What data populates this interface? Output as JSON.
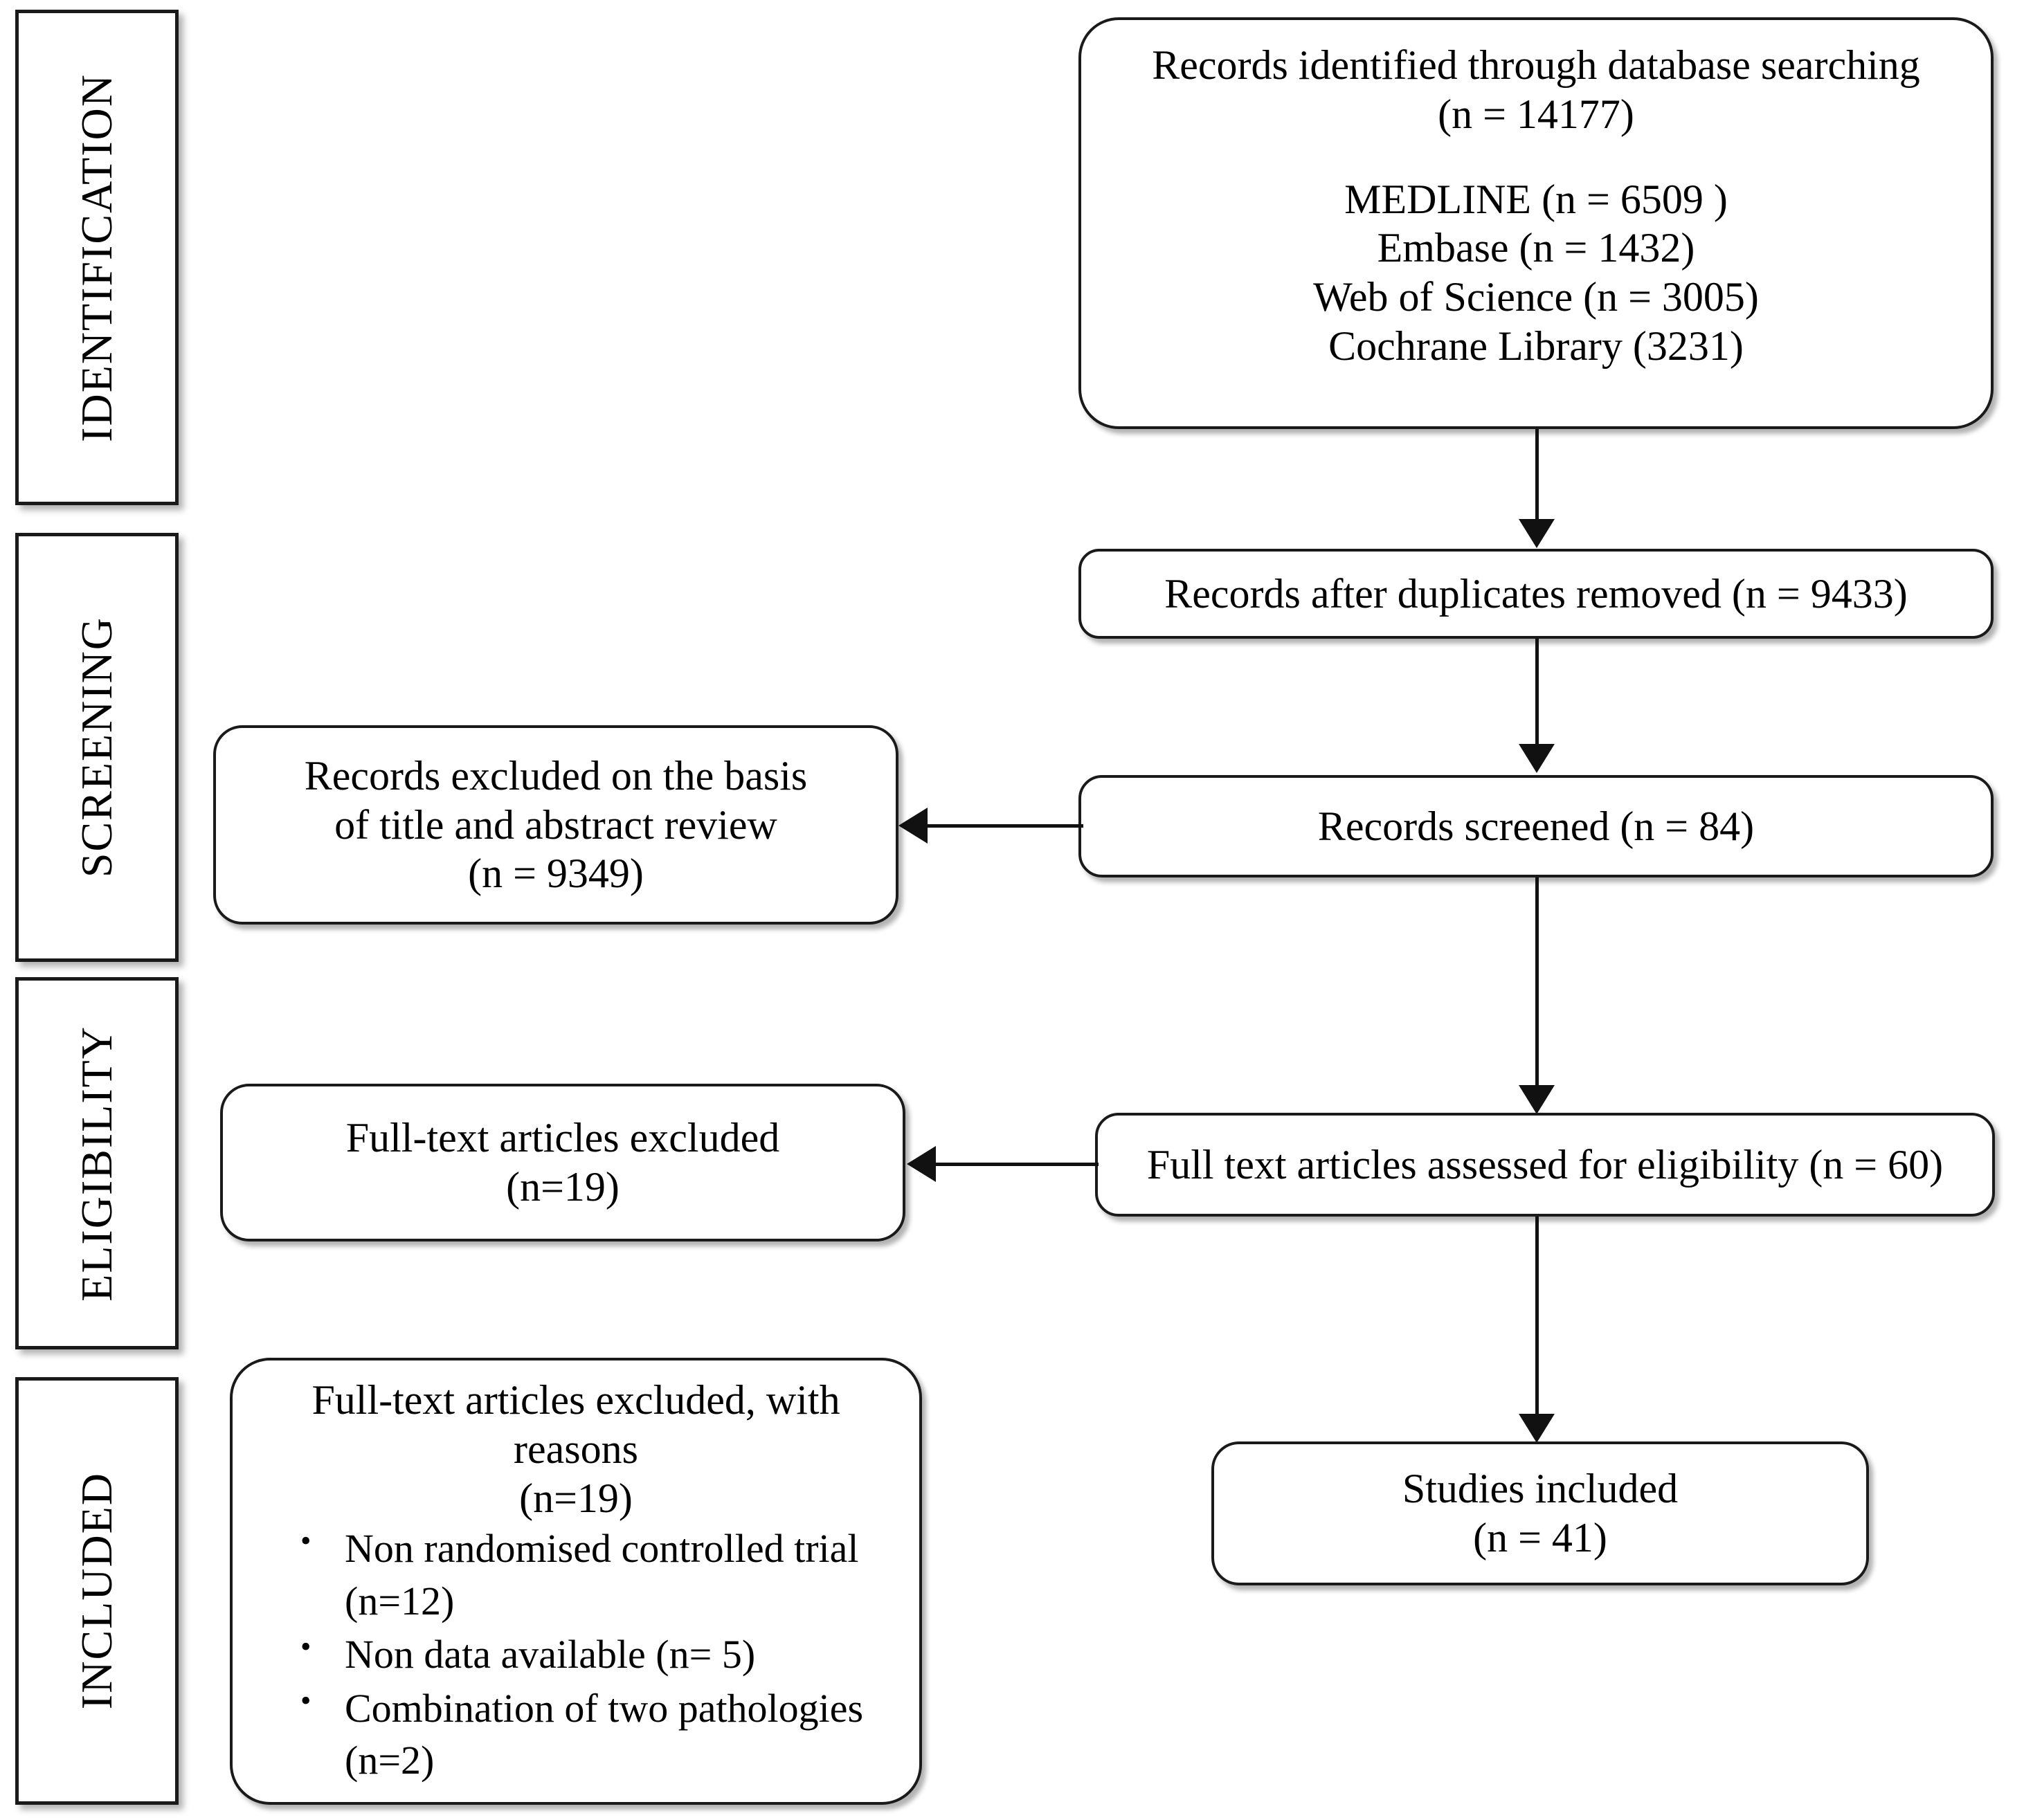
{
  "diagram": {
    "title": "PRISMA flow diagram",
    "type": "flowchart",
    "stroke_color": "#1a1a1a",
    "background_color": "#ffffff"
  },
  "stages": [
    {
      "id": "identification",
      "label": "IDENTIFICATION"
    },
    {
      "id": "screening",
      "label": "SCREENING"
    },
    {
      "id": "eligibility",
      "label": "ELIGIBILITY"
    },
    {
      "id": "included",
      "label": "INCLUDED"
    }
  ],
  "boxes": {
    "identified": {
      "line1": "Records identified through database searching",
      "line2": "(n = 14177)",
      "sources": [
        "MEDLINE (n = 6509 )",
        "Embase (n = 1432)",
        "Web of Science (n = 3005)",
        "Cochrane Library (3231)"
      ]
    },
    "duplicates_removed": {
      "line1": "Records after duplicates removed (n = 9433)"
    },
    "screened": {
      "line1": "Records screened (n = 84)"
    },
    "records_excluded": {
      "line1": "Records excluded on the basis",
      "line2": "of title and abstract review",
      "line3": "(n = 9349)"
    },
    "eligibility_assessed": {
      "line1": "Full text articles assessed for eligibility (n = 60)"
    },
    "fulltext_excluded": {
      "line1": "Full-text articles excluded",
      "line2": "(n=19)"
    },
    "fulltext_excluded_reasons": {
      "line1": "Full-text articles excluded, with",
      "line2": "reasons",
      "line3": "(n=19)",
      "reasons": [
        "Non randomised controlled trial (n=12)",
        "Non data available (n= 5)",
        "Combination of two pathologies (n=2)"
      ]
    },
    "studies_included": {
      "line1": "Studies included",
      "line2": "(n = 41)"
    }
  },
  "counts": {
    "records_identified_total": 14177,
    "medline": 6509,
    "embase": 1432,
    "web_of_science": 3005,
    "cochrane_library": 3231,
    "after_duplicates_removed": 9433,
    "records_screened": 84,
    "records_excluded_title_abstract": 9349,
    "fulltext_assessed": 60,
    "fulltext_excluded": 19,
    "reason_non_rct": 12,
    "reason_no_data": 5,
    "reason_two_pathologies": 2,
    "studies_included": 41
  }
}
